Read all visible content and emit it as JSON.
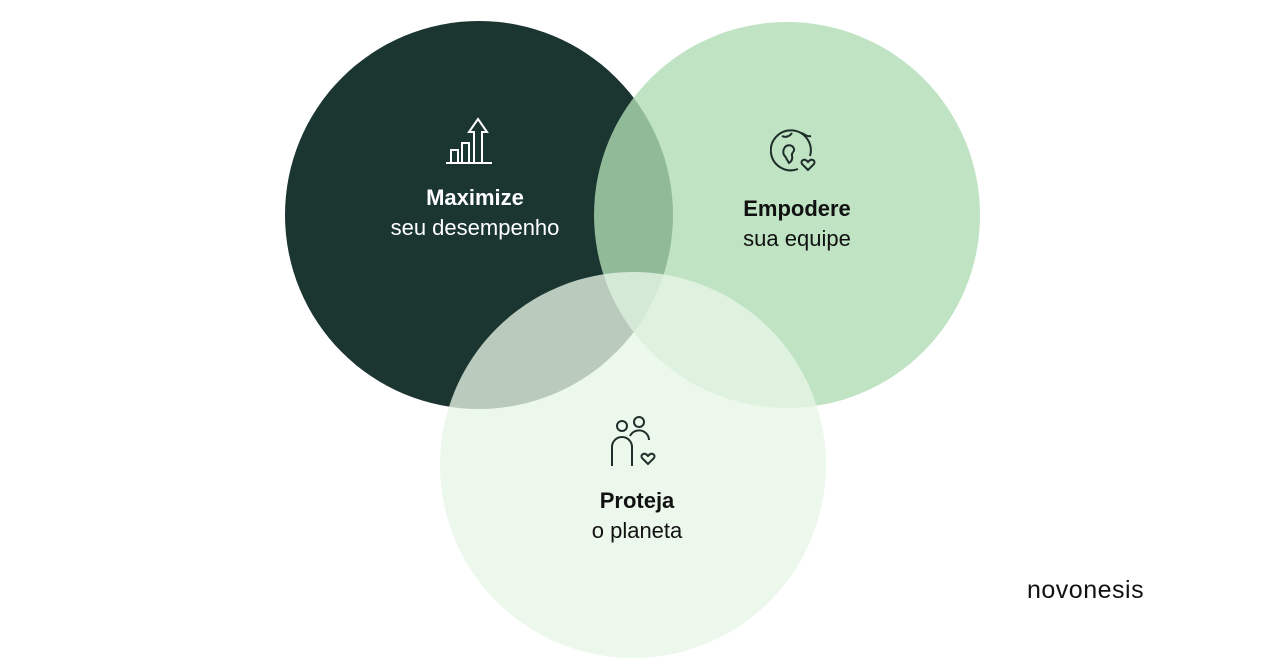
{
  "circles": [
    {
      "id": "performance",
      "title": "Maximize",
      "subtitle": "seu desempenho",
      "icon": "bar-chart-growth-icon",
      "color": "#1b3530",
      "text_color": "#ffffff"
    },
    {
      "id": "team",
      "title": "Empodere",
      "subtitle": "sua equipe",
      "icon": "globe-heart-icon",
      "color": "#bfe3c3",
      "text_color": "#111111"
    },
    {
      "id": "planet",
      "title": "Proteja",
      "subtitle": "o planeta",
      "icon": "people-heart-icon",
      "color": "#ecf8ec",
      "text_color": "#111111"
    }
  ],
  "brand": {
    "logo_text": "novonesis"
  }
}
